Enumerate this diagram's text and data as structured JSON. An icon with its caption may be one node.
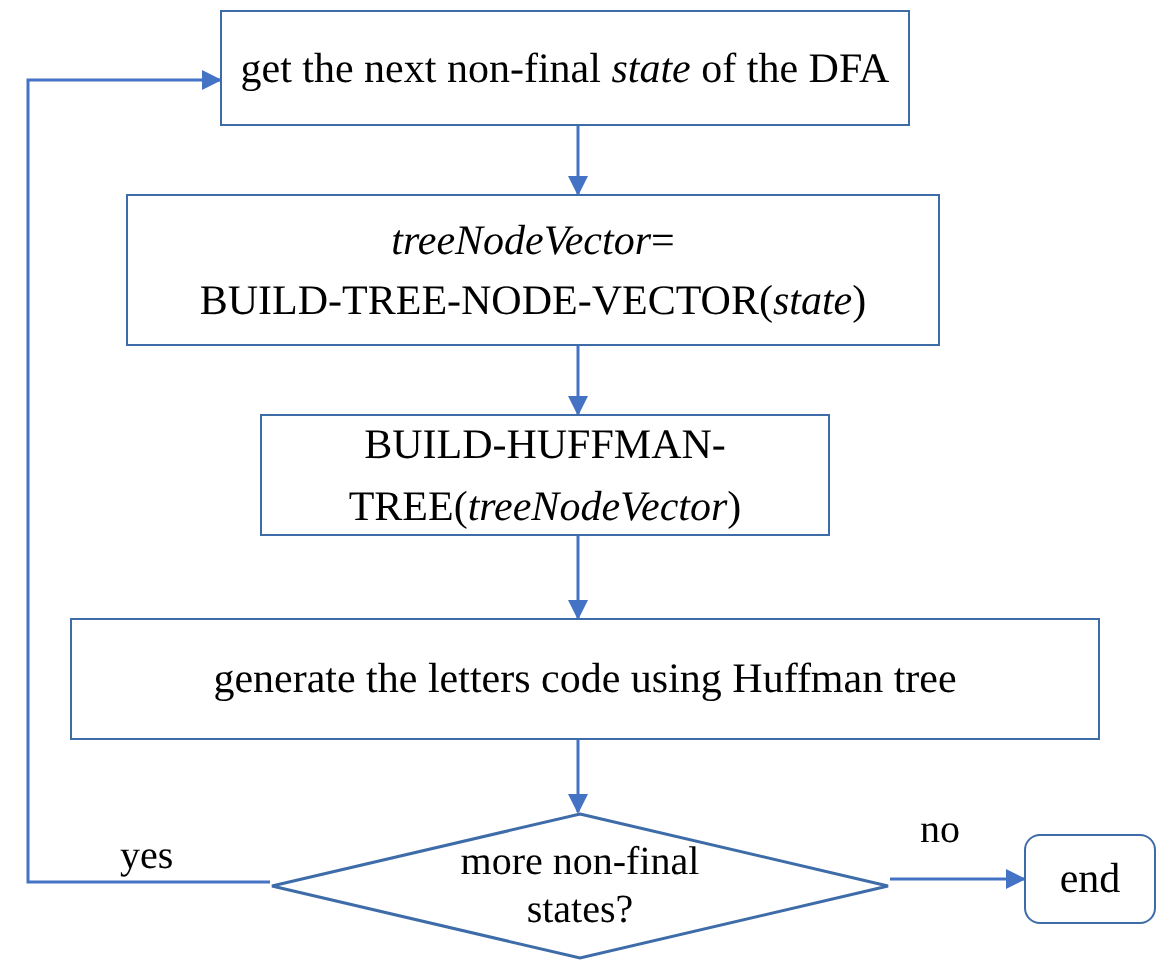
{
  "diagram": {
    "nodes": [
      {
        "text": [
          "get the next non-final *state* of the DFA"
        ]
      },
      {
        "text": [
          "*treeNodeVector*=",
          "BUILD-TREE-NODE-VECTOR(*state*)"
        ]
      },
      {
        "text": [
          "BUILD-HUFFMAN-TREE(*treeNodeVector*)"
        ]
      },
      {
        "text": [
          "generate the letters code using Huffman tree"
        ]
      },
      {
        "text": [
          "more non-final states?"
        ]
      },
      {
        "text": [
          "end"
        ]
      }
    ],
    "edges": [
      {
        "from": 0,
        "to": 1,
        "arrow": "to"
      },
      {
        "from": 1,
        "to": 2,
        "arrow": "to"
      },
      {
        "from": 2,
        "to": 3,
        "arrow": "to"
      },
      {
        "from": 3,
        "to": 4,
        "arrow": "to"
      },
      {
        "from": 4,
        "to": 5,
        "arrow": "to",
        "label": "no"
      },
      {
        "from": 4,
        "to": 0,
        "arrow": "to",
        "label": "yes"
      }
    ]
  }
}
